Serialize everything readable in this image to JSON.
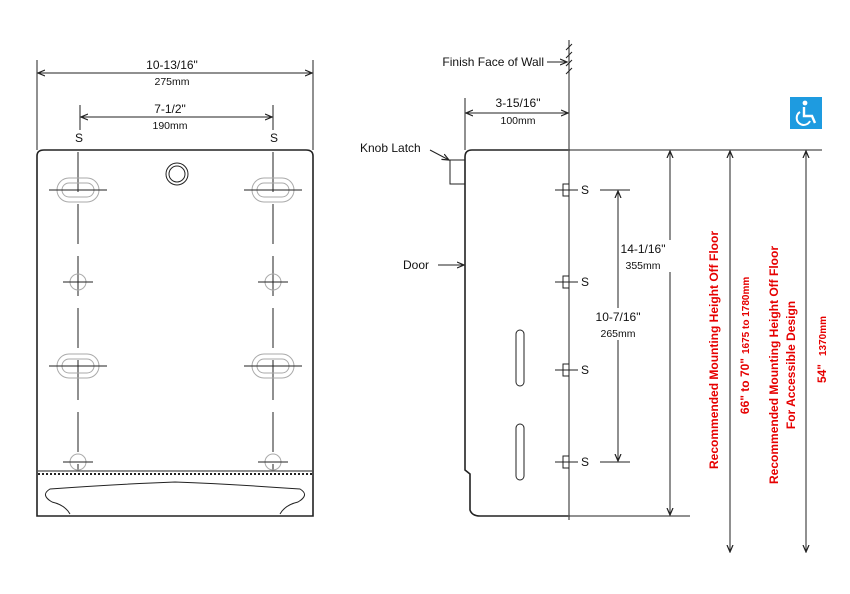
{
  "front_view": {
    "overall_width": "10-13/16\"",
    "overall_width_mm": "275mm",
    "hole_spacing": "7-1/2\"",
    "hole_spacing_mm": "190mm",
    "screw_label": "S"
  },
  "side_view": {
    "wall_label": "Finish Face of Wall",
    "knob_label": "Knob Latch",
    "door_label": "Door",
    "depth": "3-15/16\"",
    "depth_mm": "100mm",
    "screw_label": "S",
    "height": "14-1/16\"",
    "height_mm": "355mm",
    "screw_spacing": "10-7/16\"",
    "screw_spacing_mm": "265mm"
  },
  "mounting": {
    "standard_label": "Recommended Mounting Height Off Floor",
    "standard_value": "66\" to 70\"",
    "standard_value_mm": "1675 to 1780mm",
    "accessible_label_1": "Recommended Mounting Height Off Floor",
    "accessible_label_2": "For Accessible Design",
    "accessible_value": "54\"",
    "accessible_value_mm": "1370mm",
    "accessible_icon": "wheelchair-icon",
    "accent_color": "#e60000",
    "icon_color": "#1e9be0"
  }
}
